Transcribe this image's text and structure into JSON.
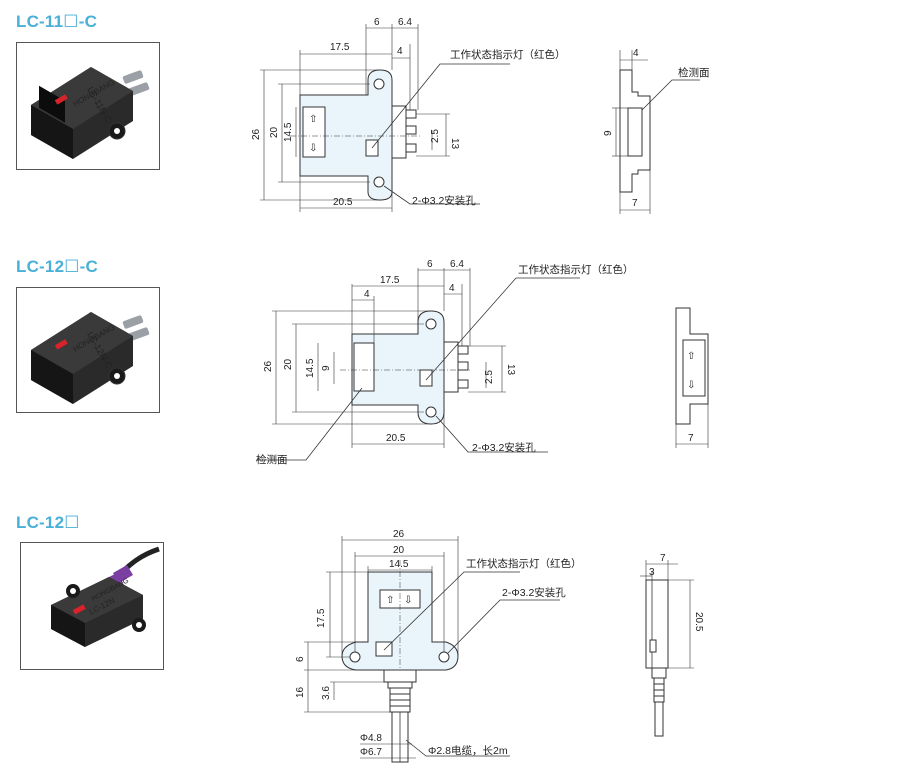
{
  "products": [
    {
      "title": "LC-11☐-C",
      "device_label": "LC-11N-C",
      "brand": "HONGBANG",
      "front": {
        "dims": [
          "6",
          "6.4",
          "17.5",
          "4",
          "26",
          "20",
          "14.5",
          "13",
          "2.5",
          "20.5"
        ],
        "indicator_callout": "工作状态指示灯（红色）",
        "hole_callout": "2-Φ3.2安装孔"
      },
      "side": {
        "dims": [
          "4",
          "9",
          "7"
        ],
        "surface_callout": "检测面"
      }
    },
    {
      "title": "LC-12☐-C",
      "device_label": "LC-12N-C",
      "brand": "HONGBANG",
      "front": {
        "dims": [
          "6",
          "6.4",
          "17.5",
          "4",
          "4",
          "26",
          "20",
          "14.5",
          "9",
          "13",
          "2.5",
          "20.5"
        ],
        "indicator_callout": "工作状态指示灯（红色）",
        "hole_callout": "2-Φ3.2安装孔",
        "surface_callout": "检测面"
      },
      "side": {
        "dims": [
          "7"
        ]
      }
    },
    {
      "title": "LC-12☐",
      "device_label": "LC-12N",
      "brand": "HONGBANG",
      "front": {
        "dims": [
          "26",
          "20",
          "14.5",
          "17.5",
          "6",
          "16",
          "3.6",
          "Φ4.8",
          "Φ6.7"
        ],
        "indicator_callout": "工作状态指示灯（红色）",
        "hole_callout": "2-Φ3.2安装孔",
        "cable_callout": "Φ2.8电缆，长2m"
      },
      "side": {
        "dims": [
          "7",
          "3",
          "20.5"
        ]
      }
    }
  ],
  "colors": {
    "title": "#4ab0d8",
    "body_fill": "#e9f4fb",
    "line": "#333333",
    "cable": "#7a3fa0",
    "device": "#1f1f1f",
    "logo": "#d8232a"
  },
  "icons": [
    "up-arrow-icon",
    "down-arrow-icon",
    "mounting-hole-icon"
  ]
}
